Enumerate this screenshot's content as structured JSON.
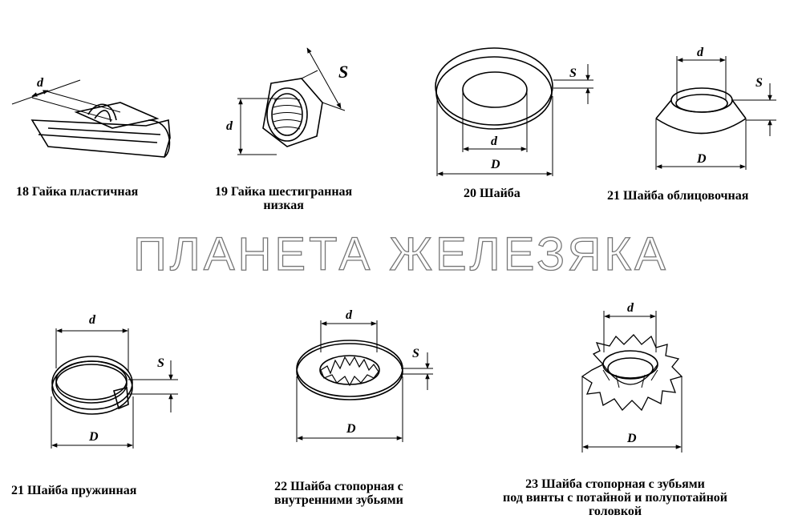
{
  "watermark": "ПЛАНЕТА ЖЕЛЕЗЯКА",
  "parts": [
    {
      "caption_lines": [
        "18 Гайка пластичная"
      ],
      "dims": [
        "d"
      ]
    },
    {
      "caption_lines": [
        "19 Гайка шестигранная",
        "низкая"
      ],
      "dims": [
        "S",
        "d"
      ]
    },
    {
      "caption_lines": [
        "20 Шайба"
      ],
      "dims": [
        "S",
        "d",
        "D"
      ]
    },
    {
      "caption_lines": [
        "21 Шайба облицовочная"
      ],
      "dims": [
        "d",
        "S",
        "D"
      ]
    },
    {
      "caption_lines": [
        "21 Шайба пружинная"
      ],
      "dims": [
        "d",
        "S",
        "D"
      ]
    },
    {
      "caption_lines": [
        "22 Шайба стопорная с",
        "внутренними зубьями"
      ],
      "dims": [
        "d",
        "S",
        "D"
      ]
    },
    {
      "caption_lines": [
        "23 Шайба стопорная с зубьями",
        "под винты с  потайной и полупотайной",
        "головкой"
      ],
      "dims": [
        "d",
        "D"
      ]
    }
  ]
}
